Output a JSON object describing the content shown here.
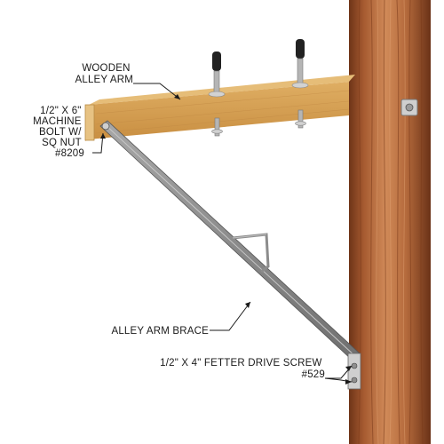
{
  "labels": {
    "wooden_arm": [
      "WOODEN",
      "ALLEY ARM"
    ],
    "machine_bolt": [
      "1/2\" X 6\"",
      "MACHINE",
      "BOLT W/",
      "SQ NUT",
      "#8209"
    ],
    "brace": "ALLEY ARM BRACE",
    "drive_screw": [
      "1/2\" X 4\" FETTER DRIVE SCREW",
      "#529"
    ]
  },
  "colors": {
    "pole_dark": "#7a3b1c",
    "pole_mid": "#b86a3e",
    "pole_light": "#d7905f",
    "arm_front": "#d9a75c",
    "arm_top": "#e6bd78",
    "arm_end": "#e8c48a",
    "brace_steel": "#8c8c8c",
    "leader_line": "#1a1a1a"
  }
}
